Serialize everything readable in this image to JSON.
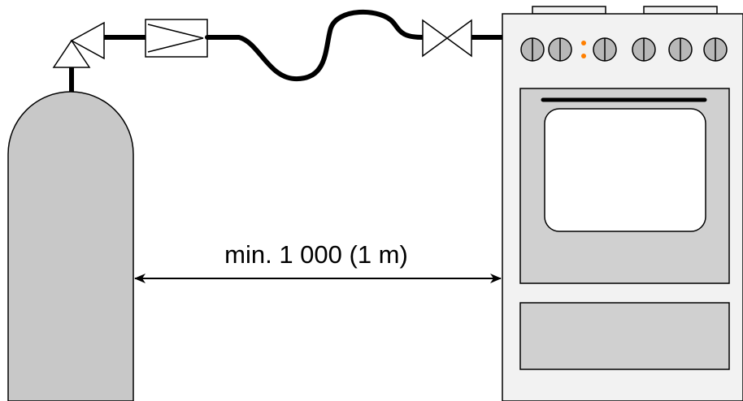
{
  "dimension": {
    "label": "min. 1 000 (1 m)"
  },
  "colors": {
    "body_gray": "#c8c8c8",
    "panel_gray": "#d0d0d0",
    "stove_white": "#f2f2f2",
    "window_white": "#ffffff",
    "indicator_orange": "#ff7f00",
    "line_black": "#000000"
  },
  "components": {
    "gas_cylinder": "gas-cylinder",
    "regulator": "pressure-regulator-icon",
    "filter": "gas-filter-icon",
    "hose": "flexible-hose",
    "valve": "shut-off-valve-icon",
    "stove": "gas-stove",
    "knob_count": 6
  }
}
